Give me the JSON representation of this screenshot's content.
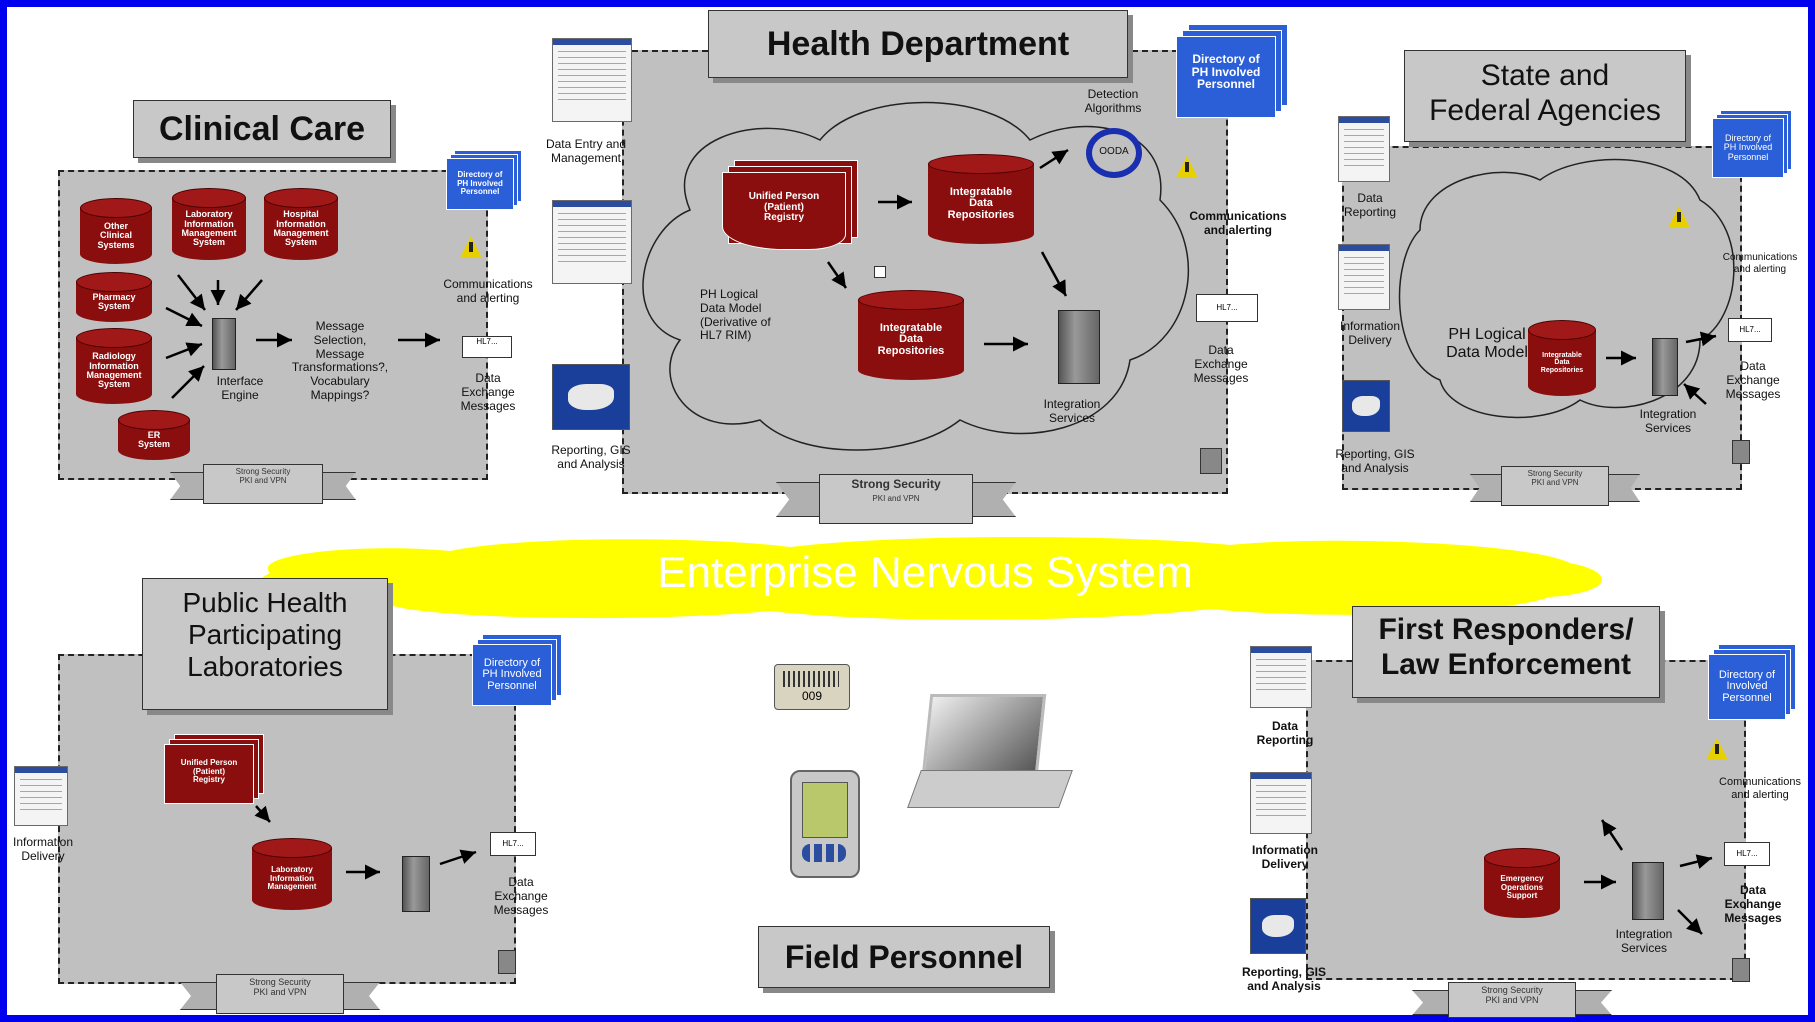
{
  "colors": {
    "border": "#0000ee",
    "panel": "#c0c0c0",
    "database": "#8b0e0e",
    "directory": "#2a5fd8",
    "cloud_yellow": "#ffff00"
  },
  "titles": {
    "clinical": "Clinical Care",
    "health": "Health Department",
    "state": "State and\nFederal Agencies",
    "public": "Public Health\nParticipating\nLaboratories",
    "first": "First Responders/\nLaw Enforcement",
    "field": "Field Personnel",
    "ens": "Enterprise Nervous System"
  },
  "directory": {
    "clinical": "Directory of\nPH Involved\nPersonnel",
    "health": "Directory of\nPH Involved\nPersonnel",
    "state": "Directory of\nPH Involved\nPersonnel",
    "public": "Directory of\nPH Involved\nPersonnel",
    "first": "Directory of\nInvolved\nPersonnel"
  },
  "clinical": {
    "dbs": [
      "Other\nClinical\nSystems",
      "Laboratory\nInformation\nManagement\nSystem",
      "Hospital\nInformation\nManagement\nSystem",
      "Pharmacy\nSystem",
      "Radiology\nInformation\nManagement\nSystem",
      "ER\nSystem"
    ],
    "interface": "Interface\nEngine",
    "message": "Message\nSelection,\nMessage\nTransformations?,\nVocabulary\nMappings?",
    "comms": "Communications\nand alerting",
    "dem": "Data\nExchange\nMessages",
    "security": "Strong Security\nPKI and VPN"
  },
  "health": {
    "data_entry": "Data Entry and\nManagement",
    "reporting": "Reporting, GIS\nand Analysis",
    "upr": "Unified Person\n(Patient)\nRegistry",
    "idr1": "Integratable\nData\nRepositories",
    "idr2": "Integratable\nData\nRepositories",
    "logical": "PH Logical\nData Model\n(Derivative of\nHL7 RIM)",
    "detection": "Detection\nAlgorithms",
    "ooda": "OODA",
    "comms": "Communications\nand alerting",
    "dem": "Data\nExchange\nMessages",
    "integration": "Integration\nServices",
    "security_title": "Strong Security",
    "security_sub": "PKI and VPN",
    "hl7": "HL7..."
  },
  "state": {
    "data_reporting": "Data\nReporting",
    "info_delivery": "Information\nDelivery",
    "reporting": "Reporting, GIS\nand Analysis",
    "logical": "PH Logical\nData Model",
    "idr": "Integratable\nData\nRepositories",
    "comms": "Communications\nand alerting",
    "dem": "Data\nExchange\nMessages",
    "integration": "Integration\nServices",
    "security": "Strong Security\nPKI and VPN",
    "hl7": "HL7..."
  },
  "public": {
    "info_delivery": "Information\nDelivery",
    "upr": "Unified Person\n(Patient)\nRegistry",
    "lims": "Laboratory\nInformation\nManagement",
    "dem": "Data\nExchange\nMessages",
    "security": "Strong Security\nPKI and VPN",
    "hl7": "HL7..."
  },
  "first": {
    "data_reporting": "Data\nReporting",
    "info_delivery": "Information\nDelivery",
    "reporting": "Reporting, GIS\nand Analysis",
    "eos": "Emergency\nOperations\nSupport",
    "comms": "Communications\nand alerting",
    "dem": "Data\nExchange\nMessages",
    "integration": "Integration\nServices",
    "security": "Strong Security\nPKI and VPN",
    "hl7": "HL7..."
  },
  "field": {
    "pager": "009"
  }
}
